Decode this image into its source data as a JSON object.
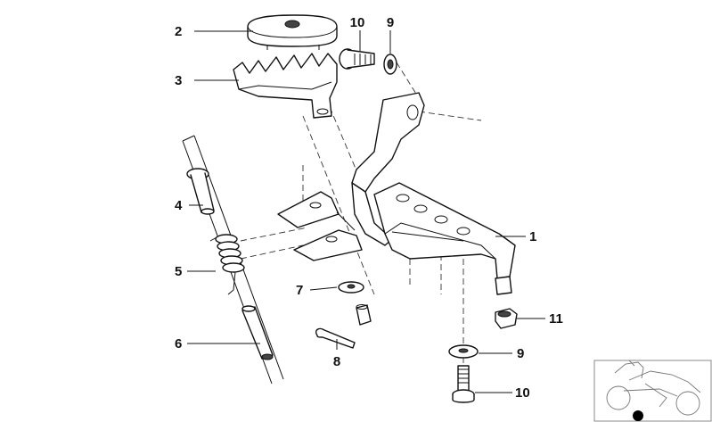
{
  "diagram": {
    "callouts": [
      {
        "id": "c2",
        "label": "2"
      },
      {
        "id": "c3",
        "label": "3"
      },
      {
        "id": "c10a",
        "label": "10"
      },
      {
        "id": "c9a",
        "label": "9"
      },
      {
        "id": "c1",
        "label": "1"
      },
      {
        "id": "c4",
        "label": "4"
      },
      {
        "id": "c5",
        "label": "5"
      },
      {
        "id": "c7",
        "label": "7"
      },
      {
        "id": "c6",
        "label": "6"
      },
      {
        "id": "c8",
        "label": "8"
      },
      {
        "id": "c11",
        "label": "11"
      },
      {
        "id": "c9b",
        "label": "9"
      },
      {
        "id": "c10b",
        "label": "10"
      }
    ],
    "colors": {
      "ink": "#111111",
      "shade": "#d8d8d8",
      "paper": "#ffffff"
    }
  }
}
